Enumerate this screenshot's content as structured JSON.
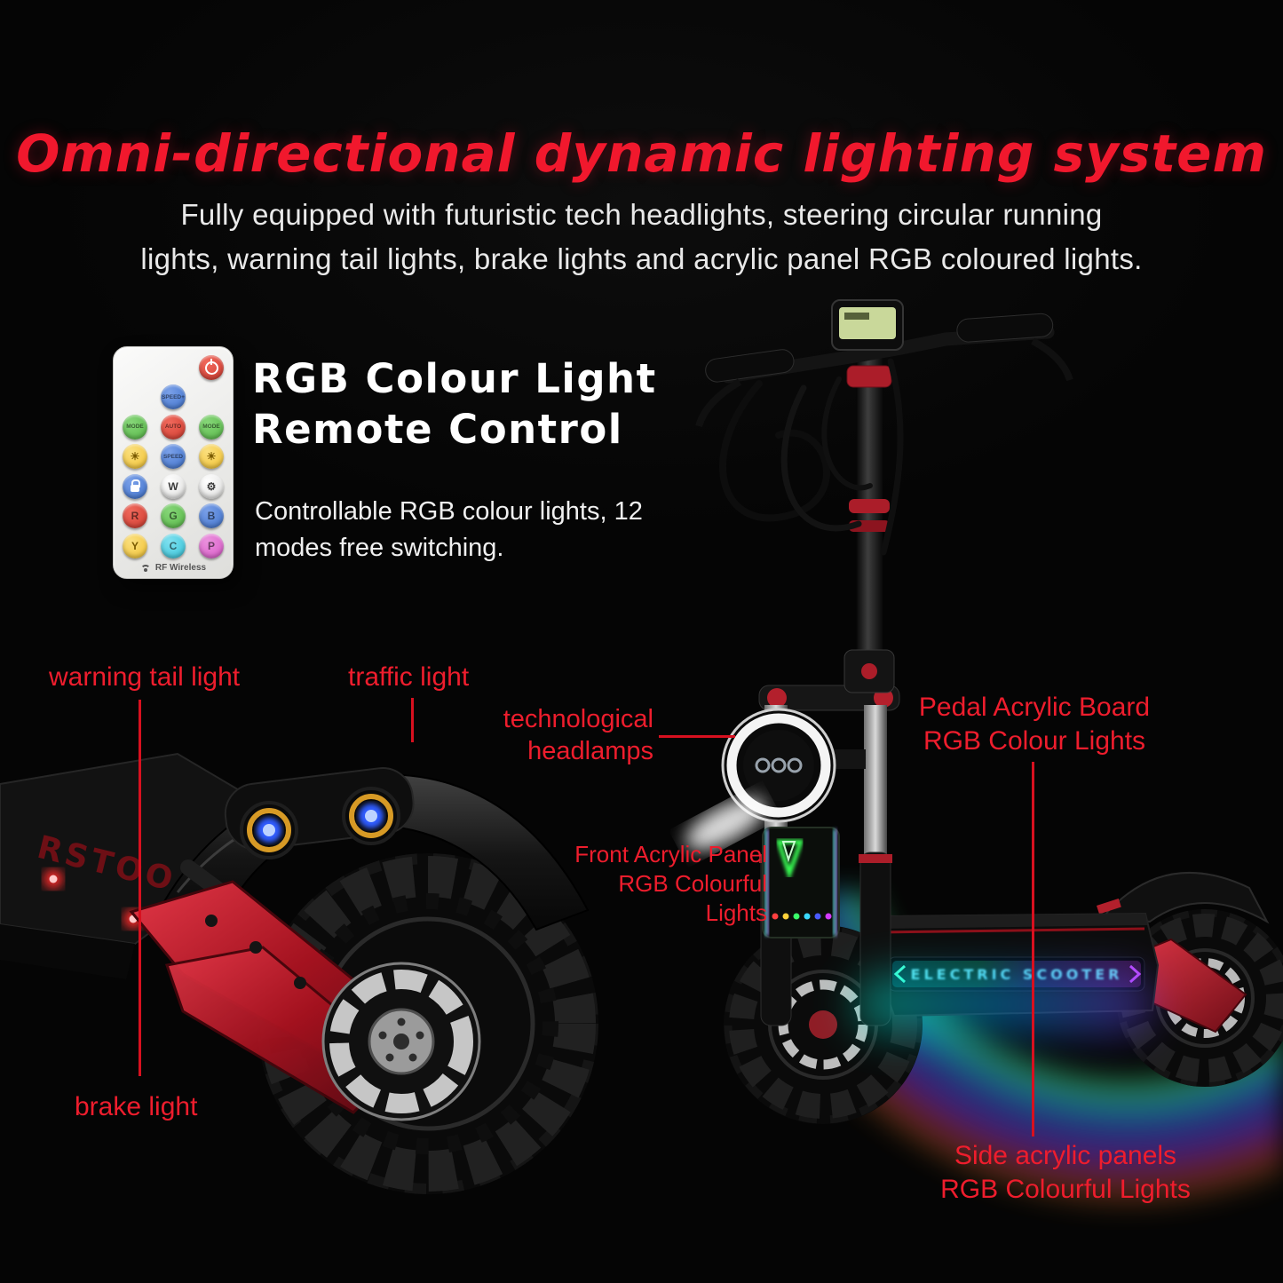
{
  "header": {
    "title": "Omni-directional dynamic lighting system",
    "intro_line1": "Fully equipped with futuristic tech headlights, steering circular running",
    "intro_line2": "lights, warning tail lights, brake lights and acrylic panel RGB coloured lights."
  },
  "remote_panel": {
    "heading_line1": "RGB Colour Light",
    "heading_line2": "Remote Control",
    "desc_line1": "Controllable RGB colour lights, 12",
    "desc_line2": "modes free switching.",
    "footer_label": "RF Wireless",
    "buttons": {
      "speed_plus": "SPEED+",
      "mode_left": "MODE",
      "auto": "AUTO",
      "mode_right": "MODE",
      "dim": "☀",
      "speed": "SPEED",
      "white": "W",
      "settings": "⚙",
      "r": "R",
      "g": "G",
      "b": "B",
      "y": "Y",
      "c": "C",
      "p": "P"
    },
    "icons": [
      "power-icon",
      "lock-icon",
      "gear-icon",
      "brightness-icon",
      "wifi-icon"
    ]
  },
  "callouts": {
    "warning_tail_light": "warning tail light",
    "traffic_light": "traffic light",
    "tech_headlamps_line1": "technological",
    "tech_headlamps_line2": "headlamps",
    "front_acrylic_line1": "Front Acrylic Panel",
    "front_acrylic_line2": "RGB Colourful Lights",
    "pedal_acrylic_line1": "Pedal Acrylic Board",
    "pedal_acrylic_line2": "RGB Colour Lights",
    "brake_light": "brake light",
    "side_acrylic_line1": "Side acrylic panels",
    "side_acrylic_line2": "RGB Colourful Lights"
  },
  "scooter_graphics": {
    "deck_logo": "RSTOO",
    "deck_strip_text": "ELECTRIC SCOOTER"
  },
  "colors": {
    "accent_red": "#ee1d2d",
    "background": "#050505"
  }
}
